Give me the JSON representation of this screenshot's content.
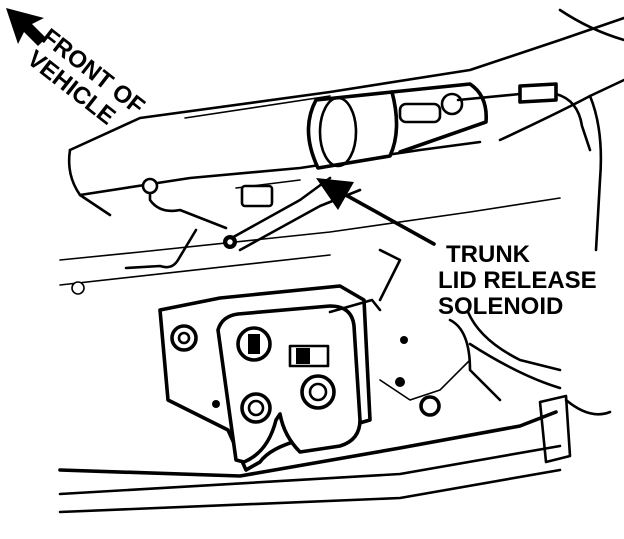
{
  "labels": {
    "direction_line1": "FRONT OF",
    "direction_line2": "VEHICLE",
    "callout_line1": "TRUNK",
    "callout_line2": "LID RELEASE",
    "callout_line3": "SOLENOID"
  },
  "icons": {
    "direction_arrow": "arrow-up-left-icon",
    "callout_arrow": "pointer-arrow-icon"
  },
  "colors": {
    "ink": "#000000",
    "paper": "#ffffff"
  }
}
